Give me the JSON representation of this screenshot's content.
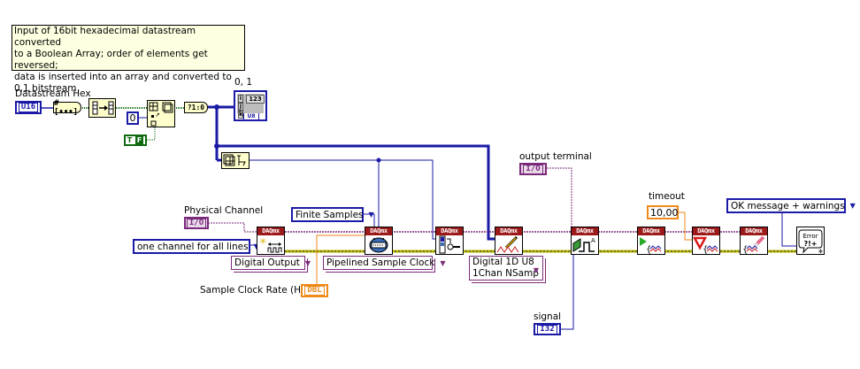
{
  "comment": "Input of 16bit hexadecimal datastream converted\nto a Boolean Array; order of elements get reversed;\ndata is inserted into an array and converted to\n0,1 bitstream",
  "controls": {
    "datastream_hex": {
      "label": "Datastream Hex",
      "type": "U16"
    },
    "physical_channel": {
      "label": "Physical Channel",
      "type": "I/O"
    },
    "sample_clock_rate": {
      "label": "Sample Clock Rate (Hz)",
      "type": "DBL"
    },
    "output_terminal": {
      "label": "output terminal",
      "type": "I/O"
    }
  },
  "indicators": {
    "bitstream": {
      "label": "0, 1",
      "type": "U8",
      "index_labels": [
        "i",
        "j",
        "k"
      ],
      "value_label": "123"
    },
    "signal": {
      "label": "signal",
      "type": "I32"
    }
  },
  "constants": {
    "insert_index": "0",
    "bool_false": "F",
    "bool_glyph": "T",
    "line_grouping": "one channel for all lines",
    "task_type": "Digital Output",
    "sample_mode": "Finite Samples",
    "timing_type": "Pipelined Sample Clock",
    "write_type_line1": "Digital 1D U8",
    "write_type_line2": "1Chan NSamp",
    "timeout_label": "timeout",
    "timeout_value": "10,00",
    "error_dialog": "OK message + warnings"
  },
  "nodes": {
    "number_to_bool": "#[•••]",
    "bool_to_01": "?1:0",
    "daqmx_header": "DAQmx",
    "error_handler_text": "Error",
    "error_handler_glyph": "?!+"
  },
  "colors": {
    "integer_wire": "#1a1aa6",
    "boolean_wire": "#0f6a0f",
    "io_wire": "#7a2a7a",
    "dbl_wire": "#ee8a1a",
    "error_wire": "#c8c800",
    "daqmx_header": "#9c1a1a"
  }
}
